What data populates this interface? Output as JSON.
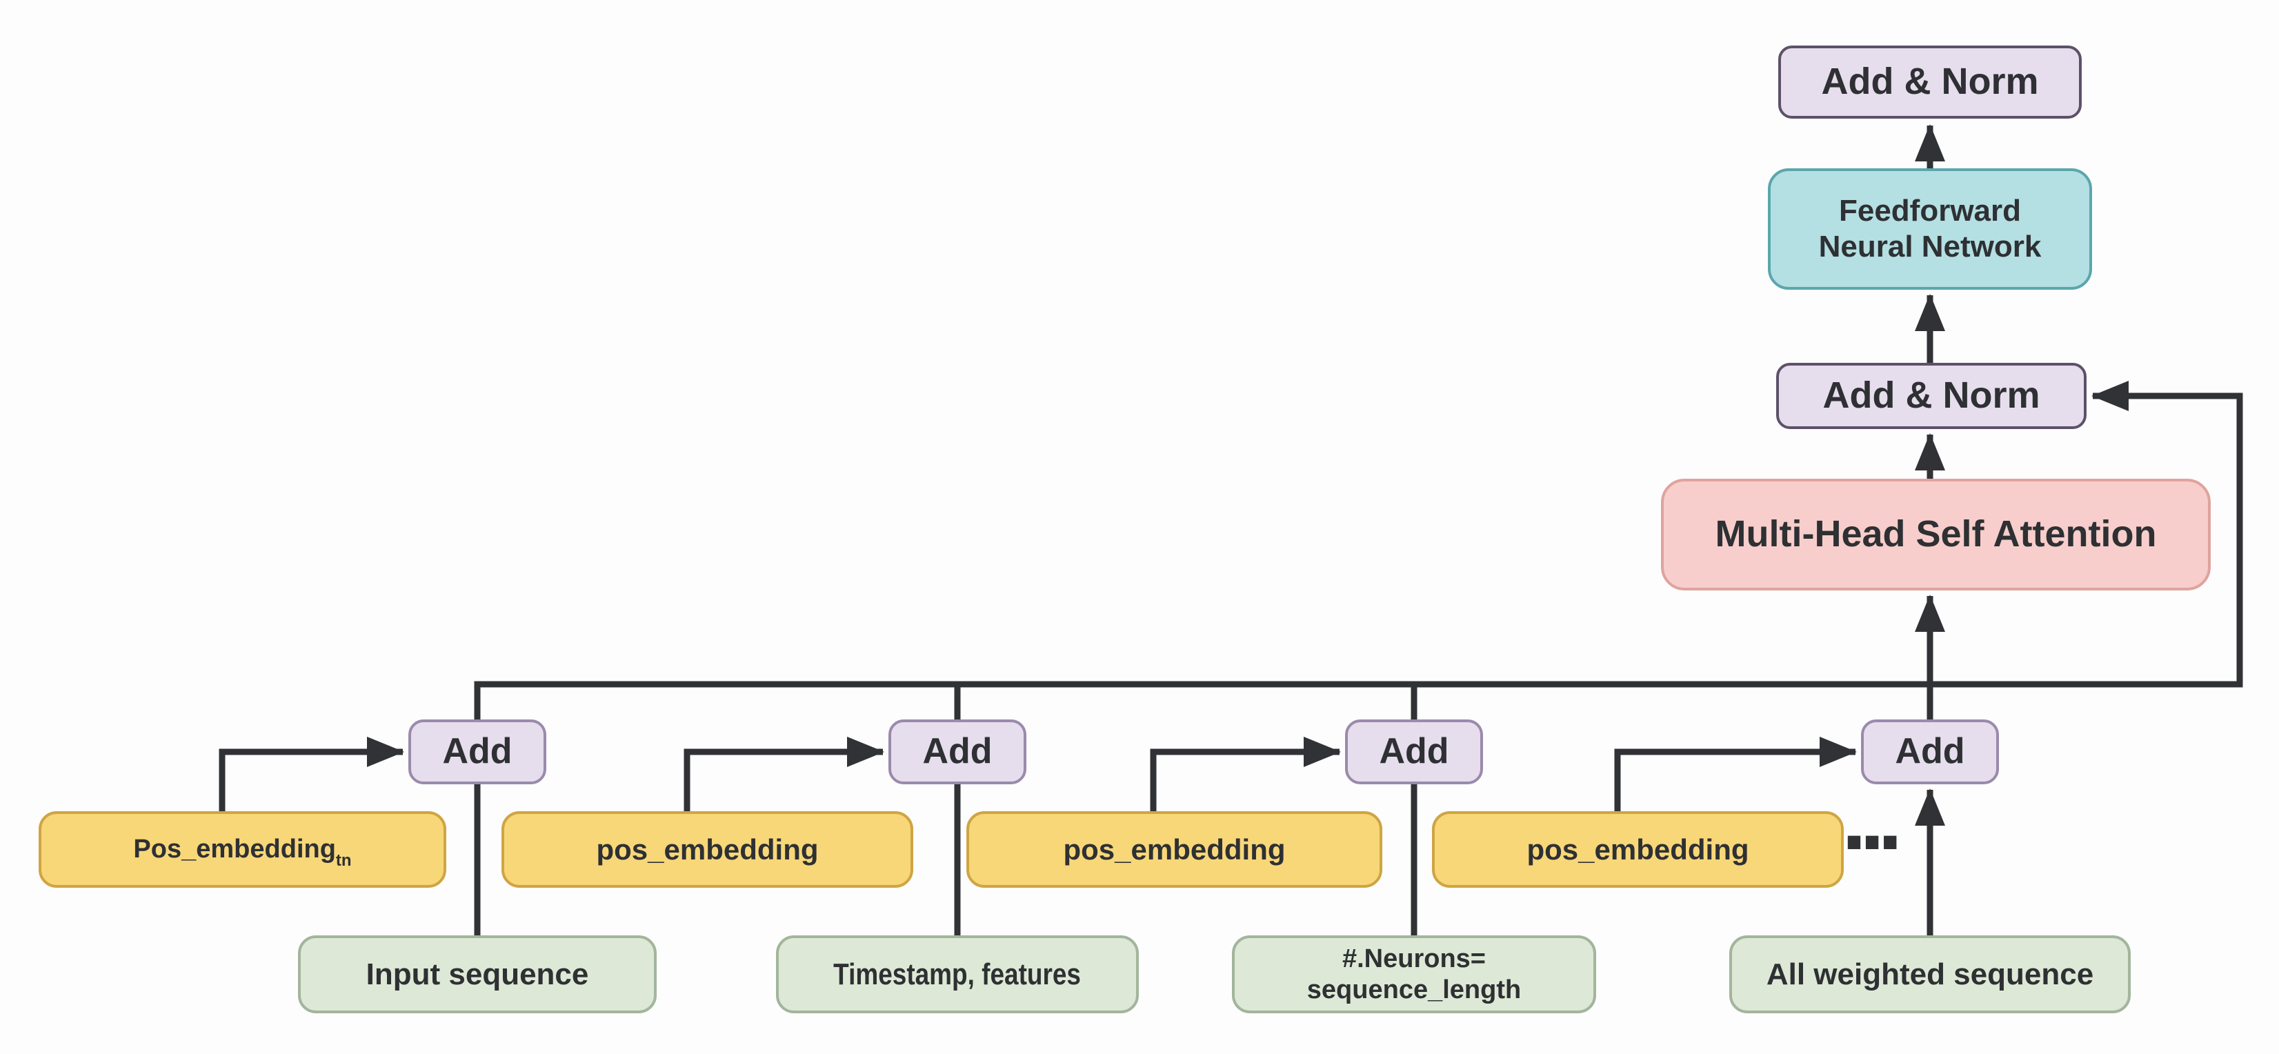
{
  "diagram": {
    "background": "#fdfdfe",
    "colors": {
      "line": "#303236",
      "text": "#2e3033",
      "lavender_fill": "#e6dded",
      "addnorm_border": "#5d5169",
      "add_border": "#9a8aab",
      "teal_fill": "#b4dfe3",
      "teal_border": "#5aa7ad",
      "pink_fill": "#f7cecb",
      "pink_border": "#e0a39d",
      "yellow_fill": "#f8d779",
      "yellow_border": "#cfa543",
      "green_fill": "#dde9d6",
      "green_border": "#a3b59c"
    },
    "nodes": {
      "add_norm_top": {
        "label": "Add & Norm"
      },
      "feedforward": {
        "lines": [
          "Feedforward",
          "Neural Network"
        ]
      },
      "add_norm_mid": {
        "label": "Add & Norm"
      },
      "attention": {
        "label": "Multi-Head Self Attention"
      },
      "add1": {
        "label": "Add"
      },
      "add2": {
        "label": "Add"
      },
      "add3": {
        "label": "Add"
      },
      "add4": {
        "label": "Add"
      },
      "pos1": {
        "label": "Pos_embedding",
        "sub": "tn"
      },
      "pos2": {
        "label": "pos_embedding"
      },
      "pos3": {
        "label": "pos_embedding"
      },
      "pos4": {
        "label": "pos_embedding"
      },
      "input1": {
        "label": "Input sequence"
      },
      "input2": {
        "label": "Timestamp, features"
      },
      "input3": {
        "lines": [
          "#.Neurons=",
          "sequence_length"
        ]
      },
      "input4": {
        "label": "All weighted sequence"
      },
      "ellipsis": "..."
    }
  }
}
